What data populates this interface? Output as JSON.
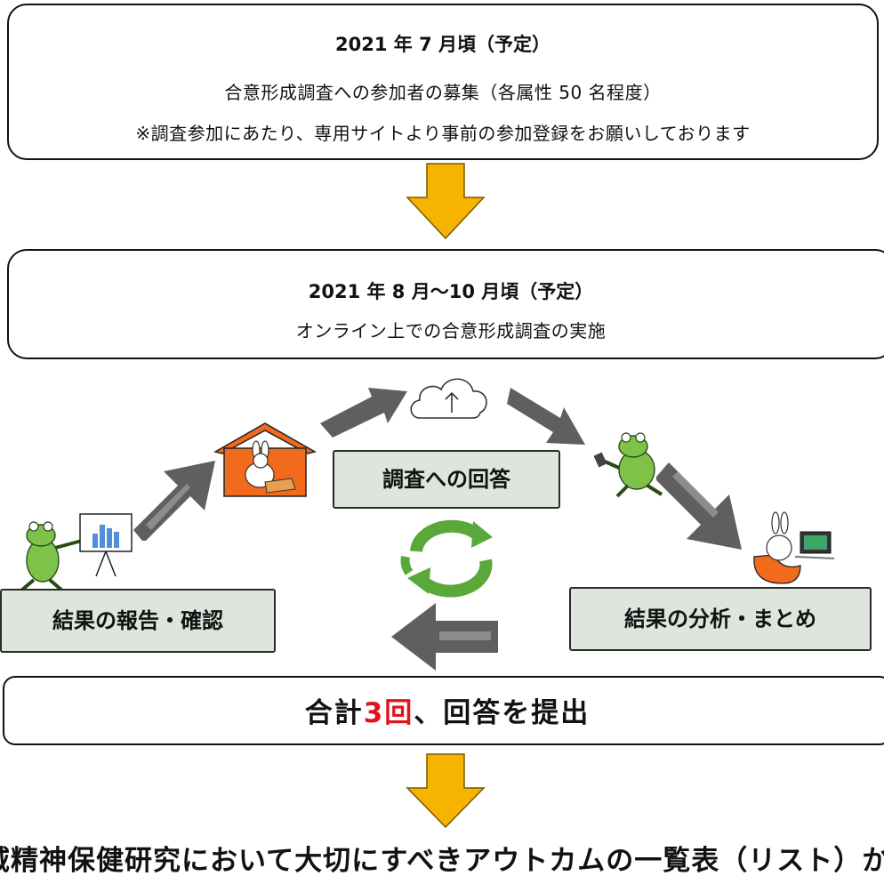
{
  "step1": {
    "title": "2021 年 7 月頃（予定）",
    "line1": "合意形成調査への参加者の募集（各属性 50 名程度）",
    "line2": "※調査参加にあたり、専用サイトより事前の参加登録をお願いしております"
  },
  "step2": {
    "title": "2021 年 8 月〜10 月頃（予定）",
    "line1": "オンライン上での合意形成調査の実施"
  },
  "cycle": {
    "survey_label": "調査への回答",
    "report_label": "結果の報告・確認",
    "analysis_label": "結果の分析・まとめ"
  },
  "total": {
    "prefix": "合計",
    "count": "3",
    "unit": "回",
    "suffix": "、回答を提出"
  },
  "result": {
    "text": "域精神保健研究において大切にすべきアウトカムの一覧表（リスト）か"
  },
  "colors": {
    "arrow_yellow": "#f6b400",
    "arrow_gray": "#5f5f5f",
    "cycle_green": "#5aa83a",
    "house_orange": "#f26a1b",
    "label_fill": "#dde5dd",
    "accent_red": "#e0141b"
  },
  "icons": [
    "down-arrow-icon",
    "cloud-upload-icon",
    "house-icon",
    "frog-icon",
    "rabbit-icon",
    "presentation-chart-icon",
    "cycle-arrows-icon",
    "left-arrow-icon"
  ]
}
